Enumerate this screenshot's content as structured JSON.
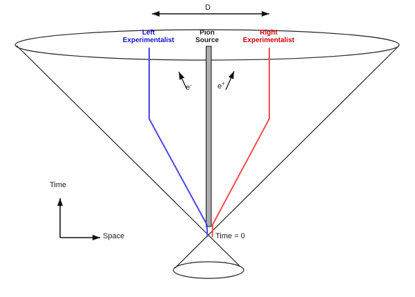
{
  "diagram": {
    "distance_label": "D",
    "pion_source_label": "Pion\nSource",
    "left_experimentalist_label": "Left\nExperimentalist",
    "right_experimentalist_label": "Right\nExperimentalist",
    "electron": {
      "base": "e",
      "sup": "-"
    },
    "positron": {
      "base": "e",
      "sup": "+"
    },
    "time_axis_label": "Time",
    "space_axis_label": "Space",
    "time_zero_label": "Time = 0"
  },
  "colors": {
    "background": "#ffffff",
    "outline": "#222222",
    "blue_text": "#1212cc",
    "blue_line": "#4545e8",
    "red_text": "#d40000",
    "red_line": "#f34c4c",
    "pion_bar_fill": "#ababab"
  }
}
